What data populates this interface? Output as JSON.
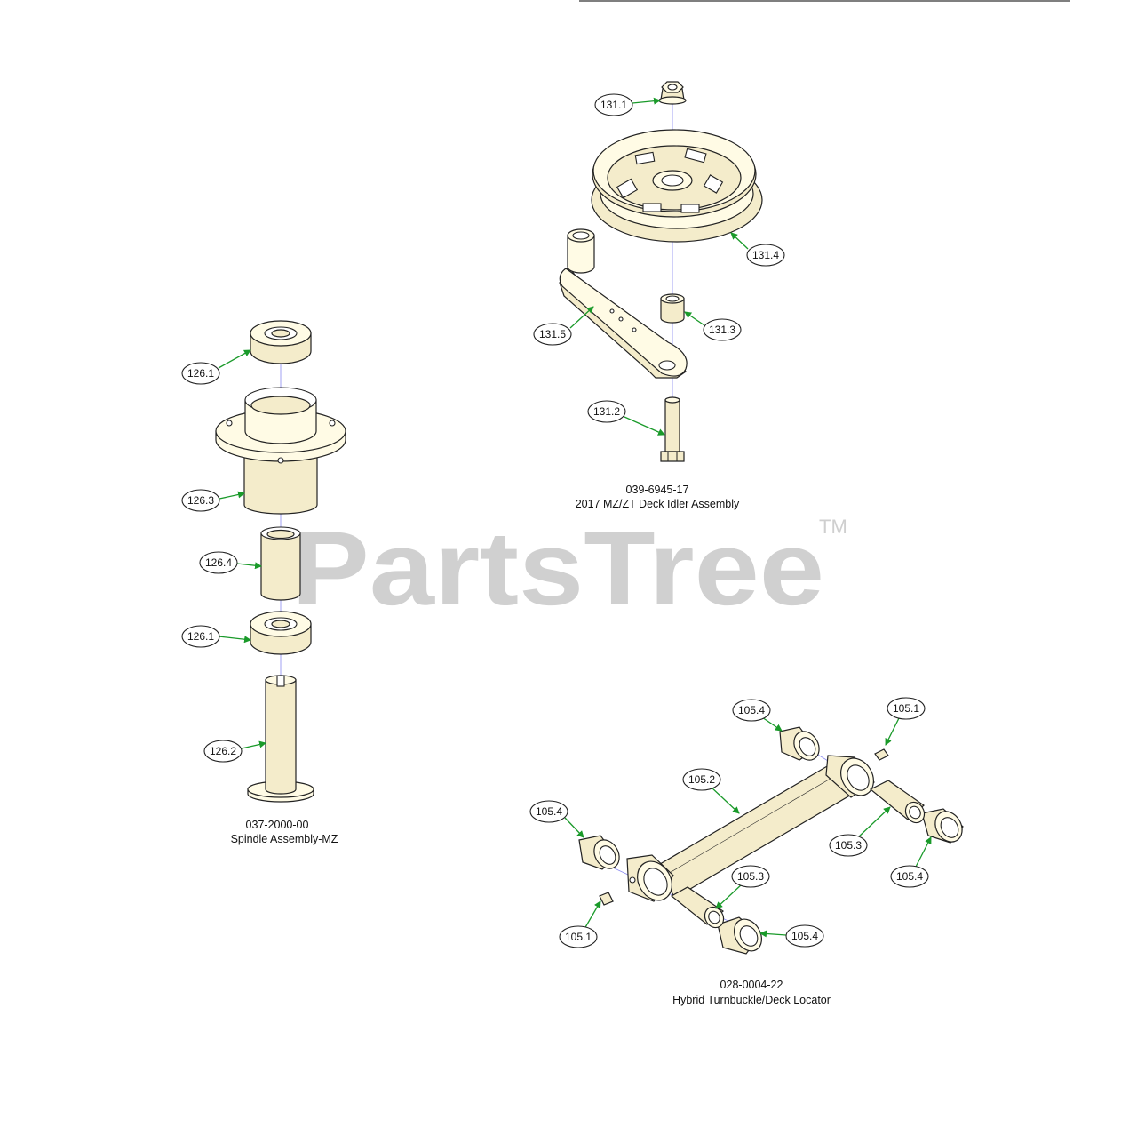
{
  "watermark": {
    "text": "PartsTree",
    "tm": "TM"
  },
  "assemblies": {
    "spindle": {
      "part_number": "037-2000-00",
      "name": "Spindle Assembly-MZ"
    },
    "idler": {
      "part_number": "039-6945-17",
      "name": "2017 MZ/ZT Deck Idler Assembly"
    },
    "turnbuckle": {
      "part_number": "028-0004-22",
      "name": "Hybrid Turnbuckle/Deck Locator"
    }
  },
  "callouts": {
    "c126_1a": "126.1",
    "c126_3": "126.3",
    "c126_4": "126.4",
    "c126_1b": "126.1",
    "c126_2": "126.2",
    "c131_1": "131.1",
    "c131_4": "131.4",
    "c131_5": "131.5",
    "c131_3": "131.3",
    "c131_2": "131.2",
    "c105_4a": "105.4",
    "c105_1a": "105.1",
    "c105_2": "105.2",
    "c105_4b": "105.4",
    "c105_3a": "105.3",
    "c105_4c": "105.4",
    "c105_3b": "105.3",
    "c105_1b": "105.1",
    "c105_4d": "105.4"
  },
  "colors": {
    "leader": "#1a9a2a",
    "axis": "#8a8af0",
    "watermark": "#c8c8c8"
  }
}
